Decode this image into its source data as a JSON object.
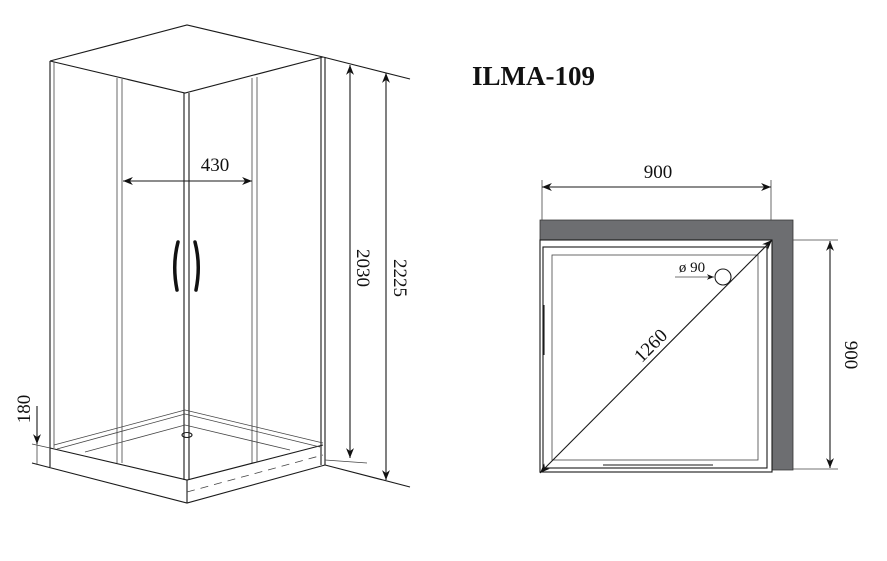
{
  "title": "ILMA-109",
  "elevation_view": {
    "door_width": "430",
    "cabin_height": "2030",
    "total_height": "2225",
    "tray_height": "180"
  },
  "plan_view": {
    "width": "900",
    "depth": "900",
    "diagonal": "1260",
    "drain_diameter": "ø 90",
    "wall_color": "#6d6e71"
  }
}
